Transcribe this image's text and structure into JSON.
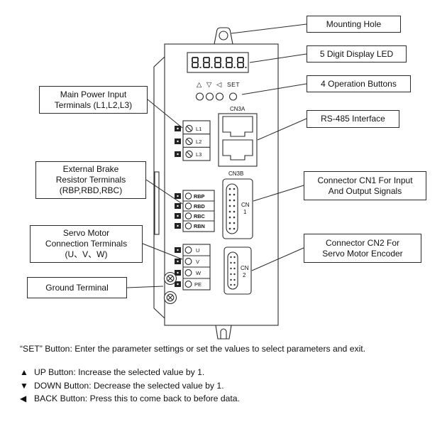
{
  "colors": {
    "ink": "#2a2a2a",
    "background": "#ffffff"
  },
  "device": {
    "display_value": "8.8.8.8.8",
    "op_buttons": {
      "up": "△",
      "down": "▽",
      "back": "◁",
      "set": "SET"
    },
    "connectors": {
      "cn3a_label": "CN3A",
      "cn3b_label": "CN3B",
      "cn1_line1": "CN",
      "cn1_line2": "1",
      "cn2_line1": "CN",
      "cn2_line2": "2"
    },
    "terminals": {
      "power": [
        "L1",
        "L2",
        "L3"
      ],
      "brake": [
        "RBP",
        "RBD",
        "RBC",
        "RBN"
      ],
      "motor": [
        "U",
        "V",
        "W",
        "PE"
      ]
    }
  },
  "labels_left": [
    {
      "text": "Main Power Input\nTerminals (L1,L2,L3)"
    },
    {
      "text": "External Brake\nResistor Terminals\n(RBP,RBD,RBC)"
    },
    {
      "text": "Servo Motor\nConnection Terminals\n(U、V、W)"
    },
    {
      "text": "Ground Terminal"
    }
  ],
  "labels_right": [
    {
      "text": "Mounting Hole"
    },
    {
      "text": "5 Digit Display LED"
    },
    {
      "text": "4 Operation Buttons"
    },
    {
      "text": "RS-485 Interface"
    },
    {
      "text": "Connector CN1 For Input\nAnd Output Signals"
    },
    {
      "text": "Connector CN2 For\nServo Motor Encoder"
    }
  ],
  "notes": {
    "set_line": "“SET” Button: Enter the parameter settings or set the values to select parameters and exit.",
    "items": [
      {
        "icon": "▲",
        "text": "UP Button: Increase the selected value by 1."
      },
      {
        "icon": "▼",
        "text": "DOWN Button: Decrease the selected value by 1."
      },
      {
        "icon": "◀",
        "text": "BACK Button: Press this to come back to before data."
      }
    ]
  }
}
